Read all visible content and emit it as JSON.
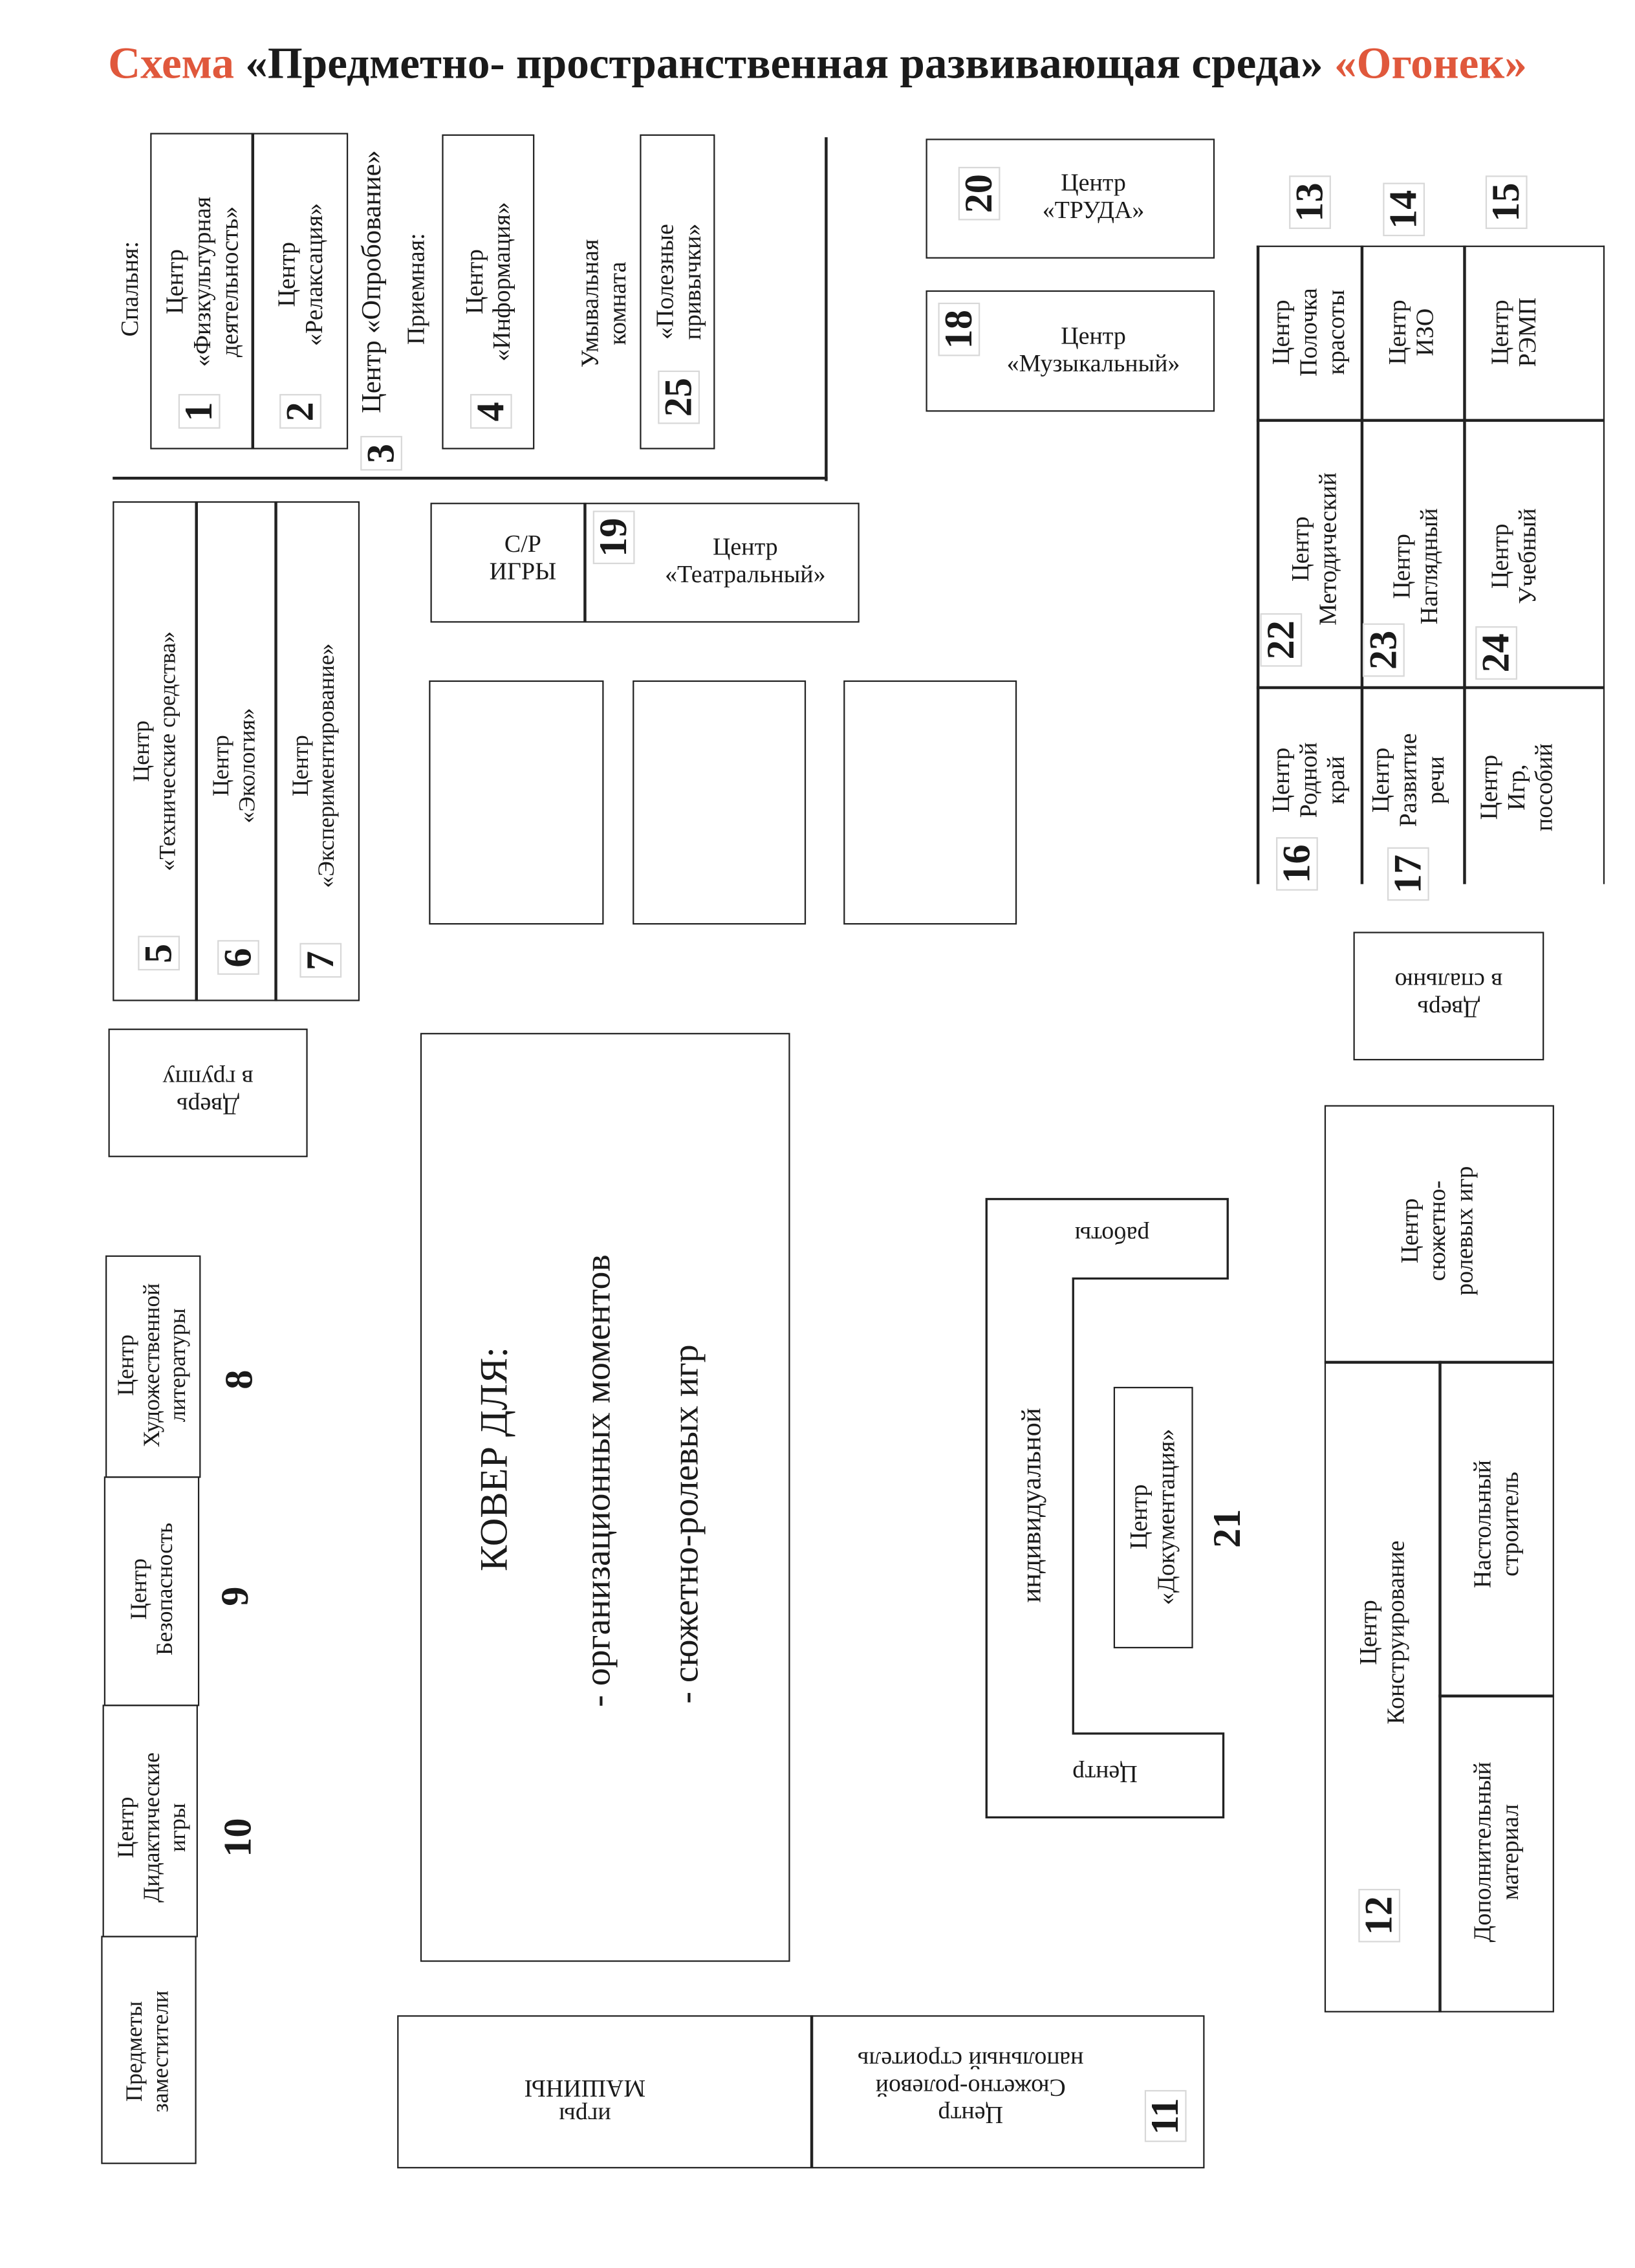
{
  "title": {
    "prefix": "Схема",
    "main": "«Предметно- пространственная развивающая среда»",
    "group": "«Огонек»",
    "accent_color": "#e0583c"
  },
  "rooms": {
    "bedroom": "Спальня:",
    "reception": "Приемная:",
    "washroom": "Умывальная\nкомната"
  },
  "centers": {
    "c1": {
      "num": "1",
      "label": "Центр\n«Физкультурная\nдеятельность»"
    },
    "c2": {
      "num": "2",
      "label": "Центр\n«Релаксация»"
    },
    "c3": {
      "num": "3",
      "label": "Центр «Опробование»"
    },
    "c4": {
      "num": "4",
      "label": "Центр\n«Информация»"
    },
    "c25": {
      "num": "25",
      "label": "«Полезные\nпривычки»"
    },
    "c20": {
      "num": "20",
      "label": "Центр\n«ТРУДА»"
    },
    "c18": {
      "num": "18",
      "label": "Центр\n«Музыкальный»"
    },
    "c13": {
      "num": "13",
      "label": "Центр\nПолочка\nкрасоты"
    },
    "c14": {
      "num": "14",
      "label": "Центр\nИЗО"
    },
    "c15": {
      "num": "15",
      "label": "Центр\nРЭМП"
    },
    "c22": {
      "num": "22",
      "label": "Центр\nМетодический"
    },
    "c23": {
      "num": "23",
      "label": "Центр\nНаглядный"
    },
    "c24": {
      "num": "24",
      "label": "Центр\nУчебный"
    },
    "c16": {
      "num": "16",
      "label": "Центр\nРодной\nкрай"
    },
    "c17": {
      "num": "17",
      "label": "Центр\nРазвитие\nречи"
    },
    "games_aids": {
      "label": "Центр\nИгр, пособий"
    },
    "c5": {
      "num": "5",
      "label": "Центр\n«Технические средства»"
    },
    "c6": {
      "num": "6",
      "label": "Центр\n«Экология»"
    },
    "c7": {
      "num": "7",
      "label": "Центр\n«Экспериментирование»"
    },
    "sr_games": {
      "label": "С/Р\nИГРЫ"
    },
    "c19": {
      "num": "19",
      "label": "Центр\n«Театральный»"
    },
    "c8": {
      "num": "8",
      "label": "Центр\nХудожественной\nлитературы"
    },
    "c9": {
      "num": "9",
      "label": "Центр\nБезопасность"
    },
    "c10": {
      "num": "10",
      "label": "Центр\nДидактические\nигры"
    },
    "substitutes": {
      "label": "Предметы\nзаместители"
    },
    "machines": {
      "label": "игры\nМАШИНЫ"
    },
    "c11": {
      "num": "11",
      "label": "Центр\nСюжетно-ролевой\nнапольный строитель"
    },
    "individual": {
      "top": "работы",
      "middle": "индивидуальной",
      "bottom": "Центр"
    },
    "c21": {
      "num": "21",
      "label": "Центр\n«Документация»"
    },
    "role_play": {
      "label": "Центр\nсюжетно-\nролевых игр"
    },
    "c12": {
      "num": "12",
      "label": "Центр\nКонструирование"
    },
    "tabletop": {
      "label": "Настольный\nстроитель"
    },
    "extra": {
      "label": "Дополнительный\nматериал"
    }
  },
  "carpet": {
    "title": "КОВЕР ДЛЯ:",
    "item1": "- организационных моментов",
    "item2": "- сюжетно-ролевых игр"
  },
  "doors": {
    "group": "Дверь\nв группу",
    "bedroom": "Дверь\nв спальню"
  }
}
